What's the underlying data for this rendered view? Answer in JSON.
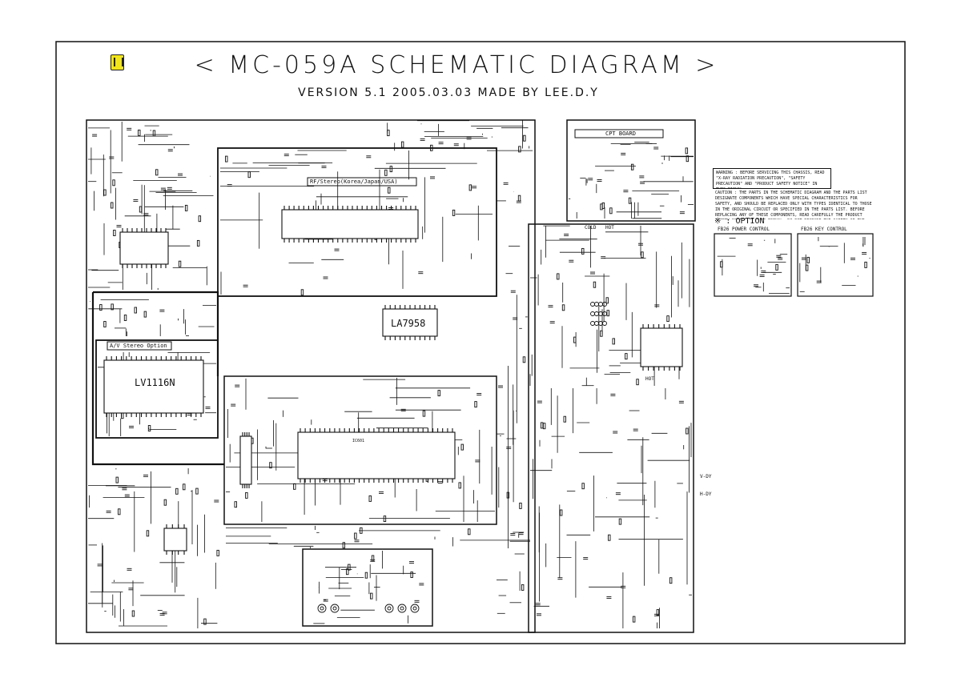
{
  "title": "< MC-059A SCHEMATIC DIAGRAM >",
  "subtitle": "VERSION 5.1 2005.03.03 MADE BY LEE.D.Y",
  "boards": {
    "rf_stereo": "RF/Stereo(Korea/Japan/USA)",
    "av_stereo": "A/V Stereo Option",
    "cpt_board": "CPT BOARD"
  },
  "ics": {
    "ic_sound": "LA7958",
    "ic_av": "LV1116N",
    "ic_main": "IC601"
  },
  "power": {
    "cold": "COLD",
    "hot": "HOT",
    "hot2": "HOT"
  },
  "notes": {
    "warning": "WARNING : BEFORE SERVICING THIS CHASSIS, READ \"X-RAY RADIATION PRECAUTION\", \"SAFETY PRECAUTION\" AND \"PRODUCT SAFETY NOTICE\" IN THIS MANUAL.",
    "caution": "CAUTION : THE PARTS IN THE SCHEMATIC DIAGRAM AND THE PARTS LIST DESIGNATE COMPONENTS WHICH HAVE SPECIAL CHARACTERISTICS FOR SAFETY, AND SHOULD BE REPLACED ONLY WITH TYPES IDENTICAL TO THOSE IN THE ORIGINAL CIRCUIT OR SPECIFIED IN THE PARTS LIST. BEFORE REPLACING ANY OF THESE COMPONENTS, READ CAREFULLY THE PRODUCT SAFETY NOTICE IN THIS MANUAL. DO NOT DEGRADE THE SAFETY OF THE RECEIVER THROUGH IMPROPER SERVICING."
  },
  "option": {
    "heading": "※ : OPTION",
    "power_control": "FB26 POWER CONTROL",
    "key_control": "FB26 KEY CONTROL"
  },
  "outputs": {
    "v_dy": "V-DY",
    "h_dy": "H-DY"
  },
  "colors": {
    "ink": "#111111",
    "logo": "#f2e51a",
    "paper": "#ffffff"
  }
}
